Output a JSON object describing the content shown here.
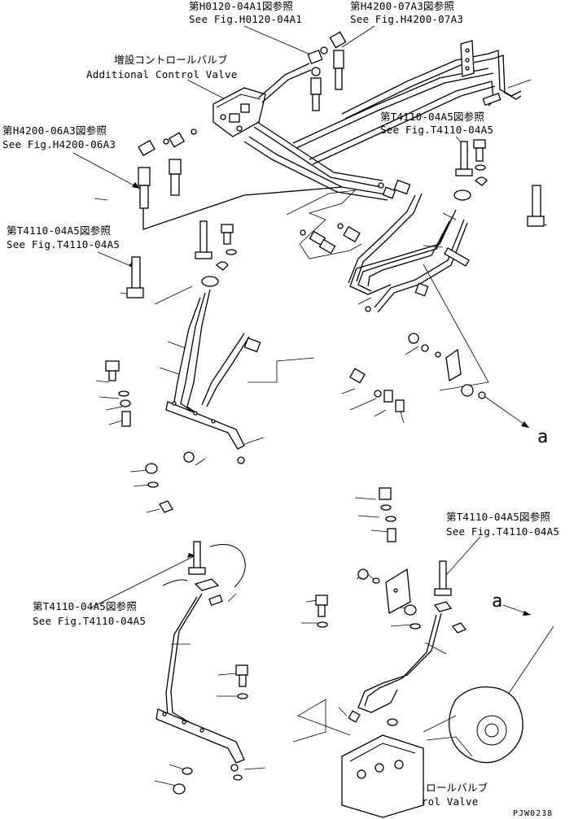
{
  "refs": {
    "h0120_04a1": {
      "jp": "第H0120-04A1図参照",
      "en": "See Fig.H0120-04A1"
    },
    "h4200_07a3": {
      "jp": "第H4200-07A3図参照",
      "en": "See Fig.H4200-07A3"
    },
    "add_valve": {
      "jp": "増設コントロールバルブ",
      "en": "Additional Control Valve"
    },
    "t4110_top_right": {
      "jp": "第T4110-04A5図参照",
      "en": "See Fig.T4110-04A5"
    },
    "h4200_06a3": {
      "jp": "第H4200-06A3図参照",
      "en": "See Fig.H4200-06A3"
    },
    "t4110_left": {
      "jp": "第T4110-04A5図参照",
      "en": "See Fig.T4110-04A5"
    },
    "t4110_mid_right": {
      "jp": "第T4110-04A5図参照",
      "en": "See Fig.T4110-04A5"
    },
    "t4110_bottom_left": {
      "jp": "第T4110-04A5図参照",
      "en": "See Fig.T4110-04A5"
    },
    "control_valve": {
      "jp": "コントロールバルブ",
      "en": "Control Valve"
    }
  },
  "markers": {
    "a_top": "a",
    "a_bottom": "a"
  },
  "drawing_no": "PJW0238"
}
